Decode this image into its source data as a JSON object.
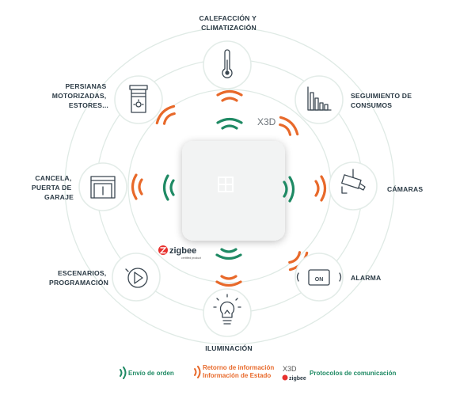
{
  "nodes": {
    "heating": [
      "CALEFACCIÓN Y",
      "CLIMATIZACIÓN"
    ],
    "consumption": [
      "SEGUIMIENTO DE",
      "CONSUMOS"
    ],
    "cameras": [
      "CÁMARAS"
    ],
    "alarm": [
      "ALARMA"
    ],
    "lighting": [
      "ILUMINACIÓN"
    ],
    "scenarios": [
      "ESCENARIOS,",
      "PROGRAMACIÓN"
    ],
    "gate": [
      "CANCELA,",
      "PUERTA DE",
      "GARAJE"
    ],
    "blinds": [
      "PERSIANAS",
      "MOTORIZADAS,",
      "ESTORES..."
    ]
  },
  "hub": {
    "protocol_x3d": "X3D",
    "zigbee_logo": "zigbee",
    "zigbee_sub": "certified product"
  },
  "alarm_button": "ON",
  "legend": {
    "send_order": "Envío de orden",
    "feedback_line1": "Retorno de información",
    "feedback_line2": "Información de Estado",
    "protocols": "Protocolos de comunicación",
    "x3d": "X3D",
    "zigbee": "zigbee"
  },
  "colors": {
    "send": "#1f8a64",
    "feedback": "#e8692a",
    "text": "#2b3a45",
    "rings": "#dfeae5"
  }
}
